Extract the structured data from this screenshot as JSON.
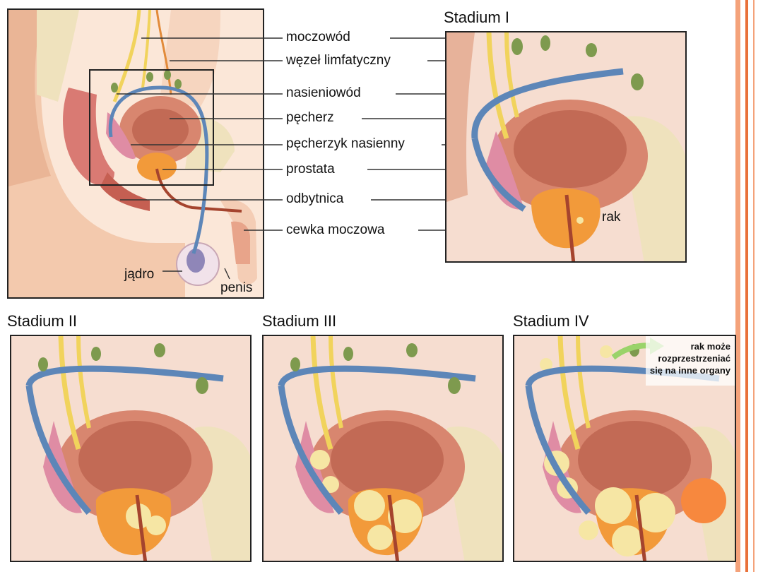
{
  "colors": {
    "stripe_outer": "#f4a27a",
    "stripe_inner": "#e9713a",
    "accent_dot": "#f7883e",
    "bladder": "#d8866f",
    "prostate": "#f29a3a",
    "vessel_blue": "#5d86b8",
    "vessel_yellow": "#f1d35c",
    "lymph_green": "#7e9a4e",
    "tumor": "#f6e6a4",
    "bone": "#efe2bd"
  },
  "overview": {
    "labels": {
      "ureter": "moczowód",
      "lymph_node": "węzeł limfatyczny",
      "vas_deferens": "nasieniowód",
      "bladder": "pęcherz",
      "seminal_vesicle": "pęcherzyk nasienny",
      "prostate": "prostata",
      "rectum": "odbytnica",
      "urethra": "cewka moczowa",
      "testis": "jądro",
      "penis": "penis"
    }
  },
  "stages": {
    "stage1": {
      "title": "Stadium I",
      "cancer_label": "rak"
    },
    "stage2": {
      "title": "Stadium II"
    },
    "stage3": {
      "title": "Stadium III"
    },
    "stage4": {
      "title": "Stadium IV",
      "note_lines": [
        "rak może",
        "rozprzestrzeniać",
        "się na inne organy"
      ]
    }
  }
}
